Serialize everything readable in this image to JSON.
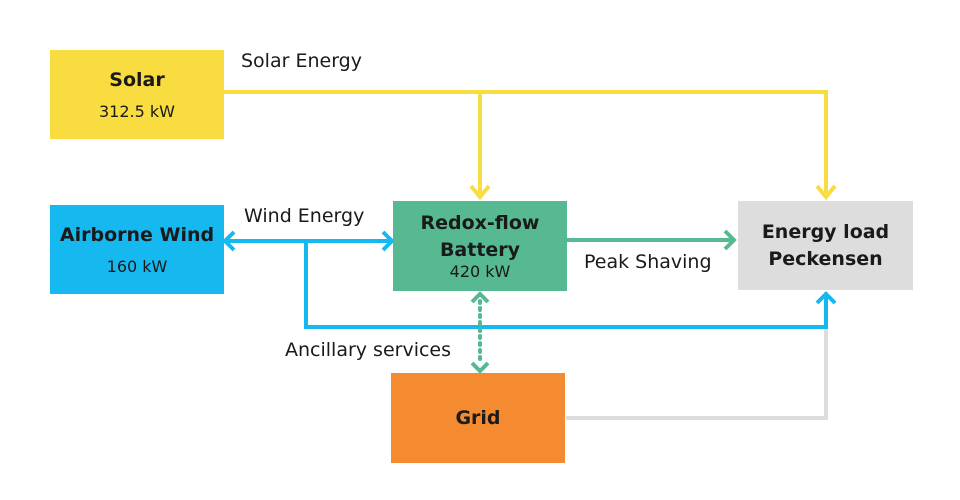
{
  "colors": {
    "solar": "#f9dc3f",
    "wind": "#15b8ef",
    "battery": "#56b992",
    "load": "#dddddd",
    "grid": "#f48b31"
  },
  "nodes": {
    "solar": {
      "title": "Solar",
      "value": "312.5 kW"
    },
    "wind": {
      "title": "Airborne Wind",
      "value": "160 kW"
    },
    "battery": {
      "title_line1": "Redox-flow",
      "title_line2": "Battery",
      "value": "420 kW"
    },
    "load": {
      "title_line1": "Energy load",
      "title_line2": "Peckensen"
    },
    "grid": {
      "title": "Grid"
    }
  },
  "flows": {
    "solar_energy": "Solar Energy",
    "wind_energy": "Wind Energy",
    "peak_shaving": "Peak Shaving",
    "ancillary_services": "Ancillary services"
  }
}
